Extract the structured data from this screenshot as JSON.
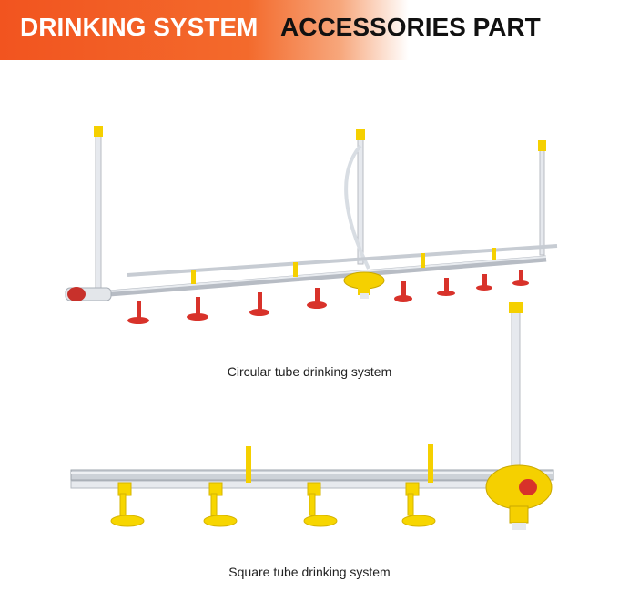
{
  "header": {
    "title": "DRINKING SYSTEM",
    "subtitle": "ACCESSORIES PART",
    "accent_color": "#f2541f"
  },
  "figures": [
    {
      "caption": "Circular tube drinking system"
    },
    {
      "caption": "Square tube drinking system"
    }
  ],
  "colors": {
    "nipple_yellow": "#f5d000",
    "cup_red": "#d8322a",
    "cup_yellow": "#f7d600",
    "pipe_silver": "#c7ccd3"
  }
}
